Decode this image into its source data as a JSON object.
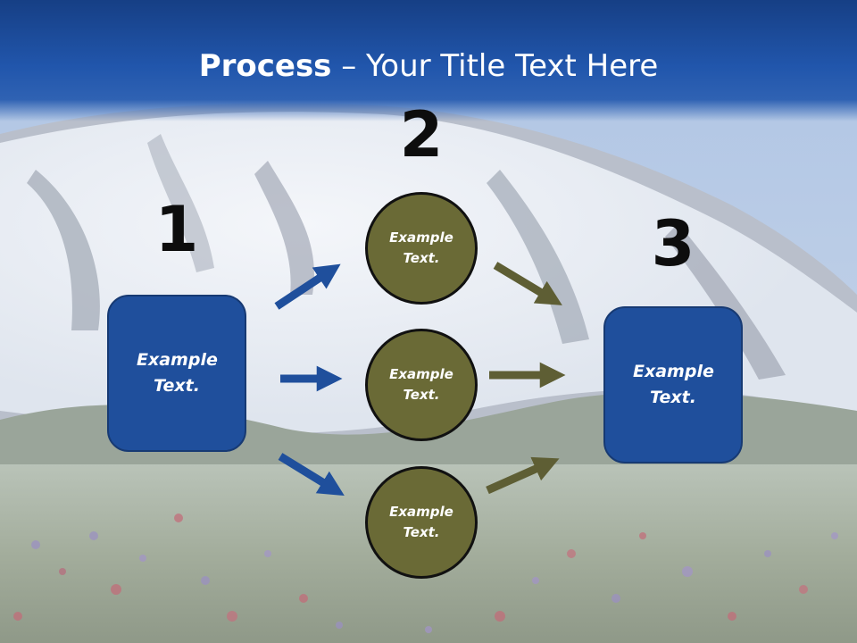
{
  "title": {
    "bold": "Process",
    "rest": " – Your Title Text Here"
  },
  "steps": [
    {
      "number": "1",
      "text": "Example Text."
    },
    {
      "number": "2",
      "circles": [
        "Example Text.",
        "Example Text.",
        "Example Text."
      ]
    },
    {
      "number": "3",
      "text": "Example Text."
    }
  ],
  "colors": {
    "title_band": "#1f4f9c",
    "box_fill": "#1f4f9c",
    "circle_fill": "#6a6a36",
    "arrow_blue": "#1f4f9c",
    "arrow_olive": "#5e5e34"
  }
}
